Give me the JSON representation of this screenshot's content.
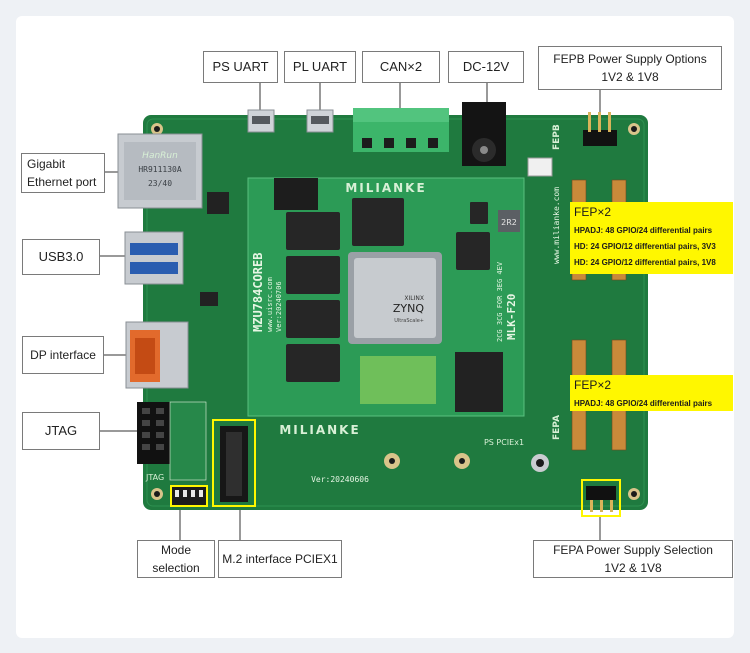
{
  "callouts": {
    "ps_uart": "PS UART",
    "pl_uart": "PL UART",
    "can": "CAN×2",
    "dc": "DC-12V",
    "fepb_line1": "FEPB Power Supply Options",
    "fepb_line2": "1V2 & 1V8",
    "eth_line1": "Gigabit",
    "eth_line2": "Ethernet port",
    "usb": "USB3.0",
    "dp": "DP interface",
    "jtag": "JTAG",
    "mode_line1": "Mode",
    "mode_line2": "selection",
    "m2": "M.2 interface PCIEX1",
    "fepa_line1": "FEPA Power Supply Selection",
    "fepa_line2": "1V2 & 1V8"
  },
  "highlights": {
    "fep_upper": {
      "title": "FEP×2",
      "lines": [
        "HPADJ: 48 GPIO/24 differential pairs",
        "HD: 24 GPIO/12 differential pairs, 3V3",
        "HD: 24 GPIO/12 differential pairs, 1V8"
      ]
    },
    "fep_lower": {
      "title": "FEP×2",
      "lines": [
        "HPADJ: 48 GPIO/24 differential pairs"
      ]
    }
  },
  "board": {
    "brand": "MILIANKE",
    "brand_bottom": "MILIANKE",
    "model": "MZU784COREB",
    "website": "www.uisrc.com",
    "core_version": "Ver:20240706",
    "module_name": "MLK-F20",
    "module_variants": "2CG 3CG FOR 3EG 4EV",
    "chip_brand": "XILINX",
    "chip_family": "ZYNQ",
    "chip_sub": "UltraScale+",
    "version": "Ver:20240606",
    "pcie_label": "PS PCIEx1",
    "jtag_silk": "JTAG",
    "fepb_silk": "FEPB",
    "fepa_silk": "FEPA",
    "board_site": "www.milianke.com",
    "eth_brand": "HanRun",
    "eth_part": "HR911130A",
    "eth_date": "23/40",
    "vreg": "2R2"
  },
  "colors": {
    "board": "#1f7a3f",
    "highlight": "#fff700",
    "callout_border": "#7a7a7a"
  }
}
